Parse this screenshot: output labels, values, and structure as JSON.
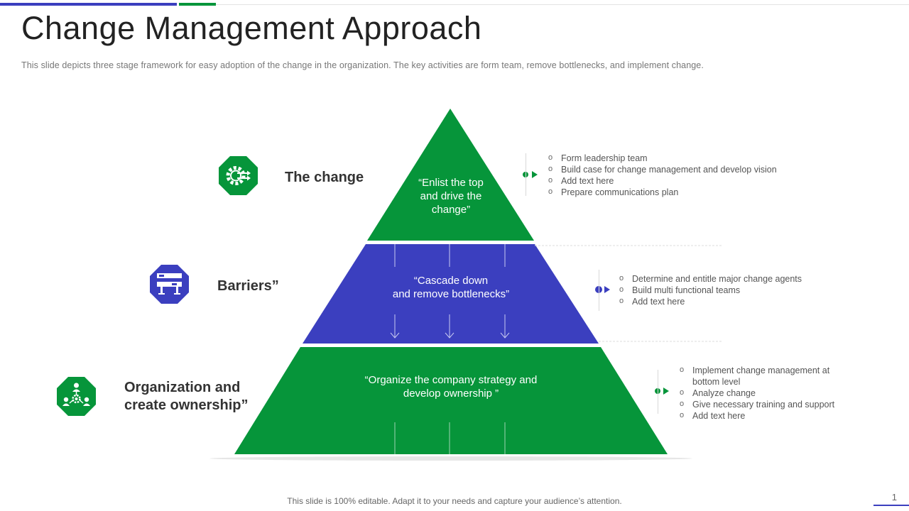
{
  "header": {
    "title": "Change Management Approach",
    "subtitle": "This slide depicts three stage framework for easy adoption of the change in the organization. The key activities are form team, remove bottlenecks, and implement change."
  },
  "colors": {
    "green": "#06953a",
    "blue": "#3b3fbf"
  },
  "pyramid": {
    "top": {
      "text_lines": [
        "“Enlist the top",
        "and drive the",
        "change”"
      ],
      "label": "The change",
      "icon": "gear-arrows-icon",
      "color": "#06953a"
    },
    "middle": {
      "text_lines": [
        "“Cascade down",
        "and remove bottlenecks”"
      ],
      "label": "Barriers”",
      "icon": "roadblock-icon",
      "color": "#3b3fbf"
    },
    "bottom": {
      "text_lines": [
        "“Organize the company strategy and",
        "develop ownership ”"
      ],
      "label_lines": [
        "Organization and",
        "create ownership”"
      ],
      "icon": "team-network-icon",
      "color": "#06953a"
    }
  },
  "bullets": {
    "top": [
      "Form leadership team",
      "Build case for change management and develop vision",
      "Add text here",
      "Prepare communications plan"
    ],
    "middle": [
      "Determine and entitle major change agents",
      "Build multi functional teams",
      "Add text here"
    ],
    "bottom": [
      "Implement change management at bottom level",
      "Analyze change",
      "Give necessary training and support",
      "Add text here"
    ]
  },
  "footer": {
    "note": "This slide is 100% editable. Adapt it to your needs and capture your audience’s attention.",
    "page_number": "1"
  }
}
